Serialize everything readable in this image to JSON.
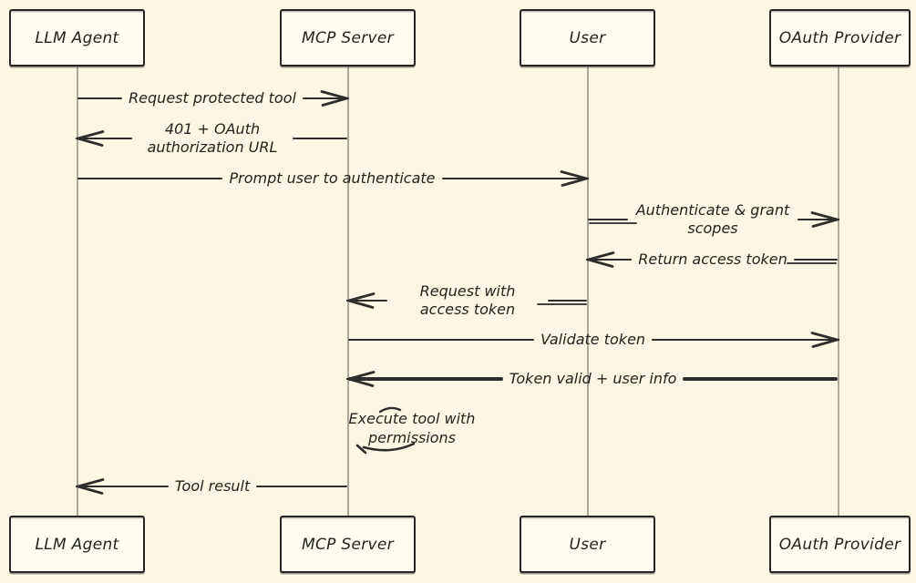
{
  "diagram": {
    "type": "sequence",
    "colors": {
      "background": "#fcf6e4",
      "stroke": "#2d2d2d",
      "actor_fill": "#fffdf2",
      "lifeline": "#aba89d"
    }
  },
  "actors": [
    {
      "id": "llm-agent",
      "label": "LLM Agent"
    },
    {
      "id": "mcp-server",
      "label": "MCP Server"
    },
    {
      "id": "user",
      "label": "User"
    },
    {
      "id": "oauth-provider",
      "label": "OAuth Provider"
    }
  ],
  "messages": [
    {
      "from": "LLM Agent",
      "to": "MCP Server",
      "direction": "right",
      "label": "Request protected tool"
    },
    {
      "from": "MCP Server",
      "to": "LLM Agent",
      "direction": "left",
      "label": "401 + OAuth authorization URL"
    },
    {
      "from": "LLM Agent",
      "to": "User",
      "direction": "right",
      "label": "Prompt user to authenticate"
    },
    {
      "from": "User",
      "to": "OAuth Provider",
      "direction": "right",
      "label": "Authenticate & grant scopes"
    },
    {
      "from": "OAuth Provider",
      "to": "User",
      "direction": "left",
      "label": "Return access token"
    },
    {
      "from": "User",
      "to": "MCP Server",
      "direction": "left",
      "label": "Request with access token"
    },
    {
      "from": "MCP Server",
      "to": "OAuth Provider",
      "direction": "right",
      "label": "Validate token"
    },
    {
      "from": "OAuth Provider",
      "to": "MCP Server",
      "direction": "left",
      "label": "Token valid + user info"
    },
    {
      "from": "MCP Server",
      "to": "MCP Server",
      "direction": "self",
      "label": "Execute tool with permissions"
    },
    {
      "from": "MCP Server",
      "to": "LLM Agent",
      "direction": "left",
      "label": "Tool result"
    }
  ]
}
